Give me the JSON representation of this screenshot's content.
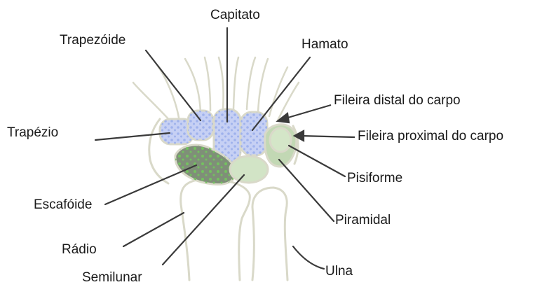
{
  "labels": {
    "capitato": "Capitato",
    "trapezoide": "Trapezóide",
    "hamato": "Hamato",
    "fileira_distal": "Fileira distal do carpo",
    "trapezio": "Trapézio",
    "fileira_proximal": "Fileira proximal do carpo",
    "pisiforme": "Pisiforme",
    "escafoide": "Escafóide",
    "piramidal": "Piramidal",
    "radio": "Rádio",
    "semilunar": "Semilunar",
    "ulna": "Ulna"
  },
  "colors": {
    "distal_row_fill": "#c6d0f4",
    "distal_row_dots": "#9fb2ec",
    "scaphoid_fill": "#7f8f78",
    "scaphoid_dots": "#73c25f",
    "lunate_fill": "#d2e4c6",
    "pisiform_fill": "#c2d8b4",
    "bone_outline": "#d9d9c9",
    "leader_line": "#3a3a3a"
  }
}
